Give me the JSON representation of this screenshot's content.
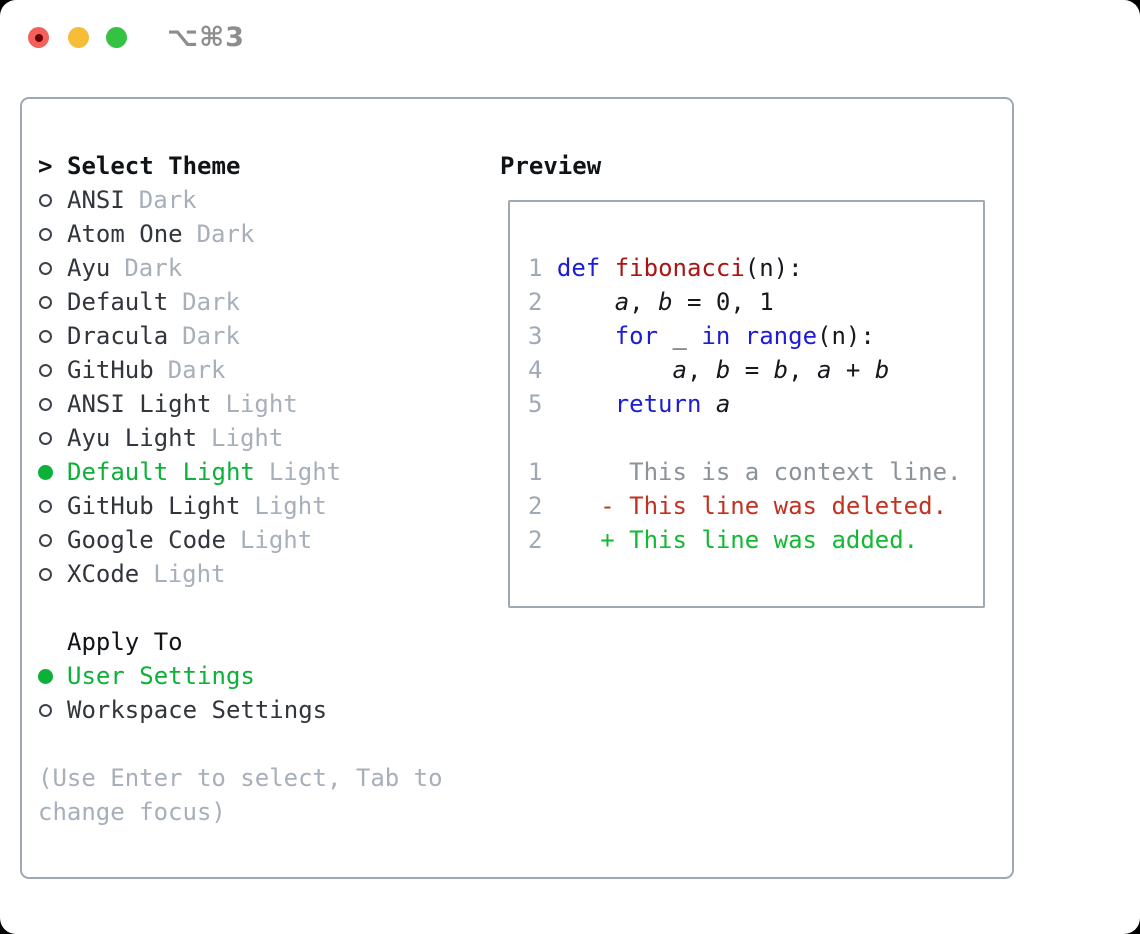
{
  "window": {
    "shortcut": "⌥⌘3"
  },
  "theme_list": {
    "prefix": ">",
    "title": "Select Theme",
    "items": [
      {
        "name": "ANSI",
        "variant": "Dark",
        "selected": false
      },
      {
        "name": "Atom One",
        "variant": "Dark",
        "selected": false
      },
      {
        "name": "Ayu",
        "variant": "Dark",
        "selected": false
      },
      {
        "name": "Default",
        "variant": "Dark",
        "selected": false
      },
      {
        "name": "Dracula",
        "variant": "Dark",
        "selected": false
      },
      {
        "name": "GitHub",
        "variant": "Dark",
        "selected": false
      },
      {
        "name": "ANSI Light",
        "variant": "Light",
        "selected": false
      },
      {
        "name": "Ayu Light",
        "variant": "Light",
        "selected": false
      },
      {
        "name": "Default Light",
        "variant": "Light",
        "selected": true
      },
      {
        "name": "GitHub Light",
        "variant": "Light",
        "selected": false
      },
      {
        "name": "Google Code",
        "variant": "Light",
        "selected": false
      },
      {
        "name": "XCode",
        "variant": "Light",
        "selected": false
      }
    ]
  },
  "apply_to": {
    "title": "Apply To",
    "options": [
      {
        "name": "User Settings",
        "selected": true
      },
      {
        "name": "Workspace Settings",
        "selected": false
      }
    ]
  },
  "help": {
    "line1": "(Use Enter to select, Tab to",
    "line2": "change focus)"
  },
  "preview": {
    "title": "Preview",
    "lines": [
      {
        "segments": [
          {
            "c": "ln",
            "t": "1 "
          },
          {
            "c": "kw",
            "t": "def"
          },
          {
            "c": "pl",
            "t": " "
          },
          {
            "c": "fn",
            "t": "fibonacci"
          },
          {
            "c": "pl",
            "t": "(n):"
          }
        ]
      },
      {
        "segments": [
          {
            "c": "ln",
            "t": "2"
          },
          {
            "c": "pl",
            "t": "     "
          },
          {
            "c": "it",
            "t": "a"
          },
          {
            "c": "pl",
            "t": ", "
          },
          {
            "c": "it",
            "t": "b"
          },
          {
            "c": "pl",
            "t": " = 0, 1"
          }
        ]
      },
      {
        "segments": [
          {
            "c": "ln",
            "t": "3"
          },
          {
            "c": "pl",
            "t": "     "
          },
          {
            "c": "kw",
            "t": "for"
          },
          {
            "c": "pl",
            "t": " _ "
          },
          {
            "c": "kw",
            "t": "in"
          },
          {
            "c": "pl",
            "t": " "
          },
          {
            "c": "kw",
            "t": "range"
          },
          {
            "c": "pl",
            "t": "(n):"
          }
        ]
      },
      {
        "segments": [
          {
            "c": "ln",
            "t": "4"
          },
          {
            "c": "pl",
            "t": "         "
          },
          {
            "c": "it",
            "t": "a"
          },
          {
            "c": "pl",
            "t": ", "
          },
          {
            "c": "it",
            "t": "b"
          },
          {
            "c": "pl",
            "t": " = "
          },
          {
            "c": "it",
            "t": "b"
          },
          {
            "c": "pl",
            "t": ", "
          },
          {
            "c": "it",
            "t": "a"
          },
          {
            "c": "pl",
            "t": " + "
          },
          {
            "c": "it",
            "t": "b"
          }
        ]
      },
      {
        "segments": [
          {
            "c": "ln",
            "t": "5"
          },
          {
            "c": "pl",
            "t": "     "
          },
          {
            "c": "kw",
            "t": "return"
          },
          {
            "c": "pl",
            "t": " "
          },
          {
            "c": "it",
            "t": "a"
          }
        ]
      },
      {
        "segments": []
      },
      {
        "segments": [
          {
            "c": "ln",
            "t": "1"
          },
          {
            "c": "ctx",
            "t": "      This is a context line."
          }
        ]
      },
      {
        "segments": [
          {
            "c": "ln",
            "t": "2"
          },
          {
            "c": "del",
            "t": "    - This line was deleted."
          }
        ]
      },
      {
        "segments": [
          {
            "c": "ln",
            "t": "2"
          },
          {
            "c": "add",
            "t": "    + This line was added."
          }
        ]
      }
    ]
  },
  "colors": {
    "selection_green": "#0cb13a",
    "keyword_blue": "#1c1cd6",
    "function_red": "#a91414",
    "deleted_red": "#c23220",
    "added_green": "#14b932",
    "context_gray": "#8b9299",
    "line_number_gray": "#9fa9b4",
    "muted_gray": "#a7afba",
    "text_dark": "#32363c",
    "header_black": "#101418",
    "code_plain": "#16181d",
    "border_gray": "#a0a8b2",
    "traffic_red": "#f4605a",
    "traffic_red_dot": "#6b0005",
    "traffic_yellow": "#f6bd37",
    "traffic_green": "#35c242",
    "shortcut_gray": "#8d8d8d"
  }
}
